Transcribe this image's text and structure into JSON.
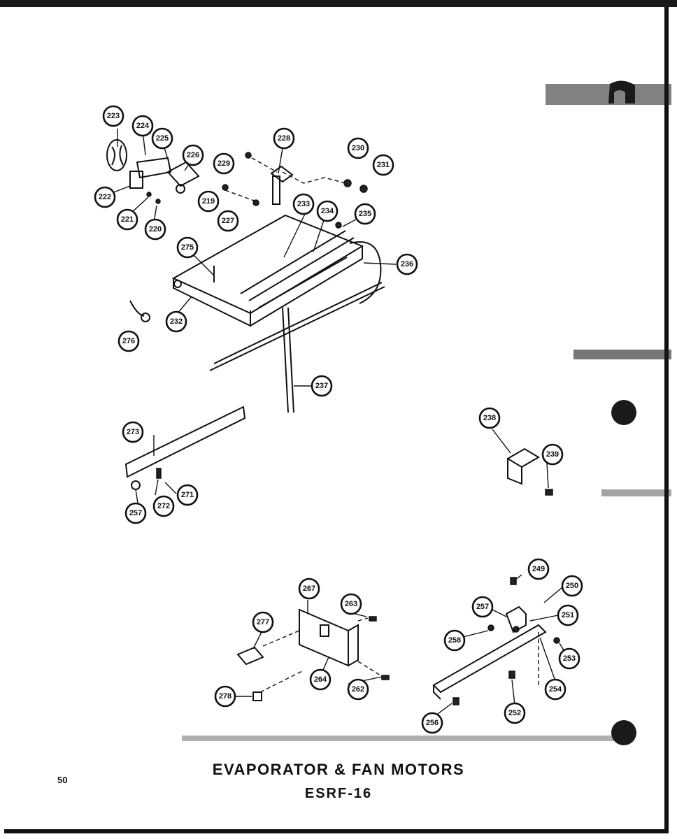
{
  "document": {
    "title": "EVAPORATOR & FAN MOTORS",
    "subtitle": "ESRF-16",
    "page_number": "50"
  },
  "part_callouts": [
    "223",
    "224",
    "225",
    "226",
    "222",
    "221",
    "220",
    "228",
    "229",
    "219",
    "227",
    "230",
    "231",
    "233",
    "234",
    "235",
    "236",
    "275",
    "232",
    "276",
    "237",
    "273",
    "271",
    "272",
    "257",
    "238",
    "239",
    "267",
    "263",
    "277",
    "264",
    "262",
    "278",
    "249",
    "250",
    "257",
    "251",
    "258",
    "253",
    "254",
    "252",
    "256"
  ]
}
